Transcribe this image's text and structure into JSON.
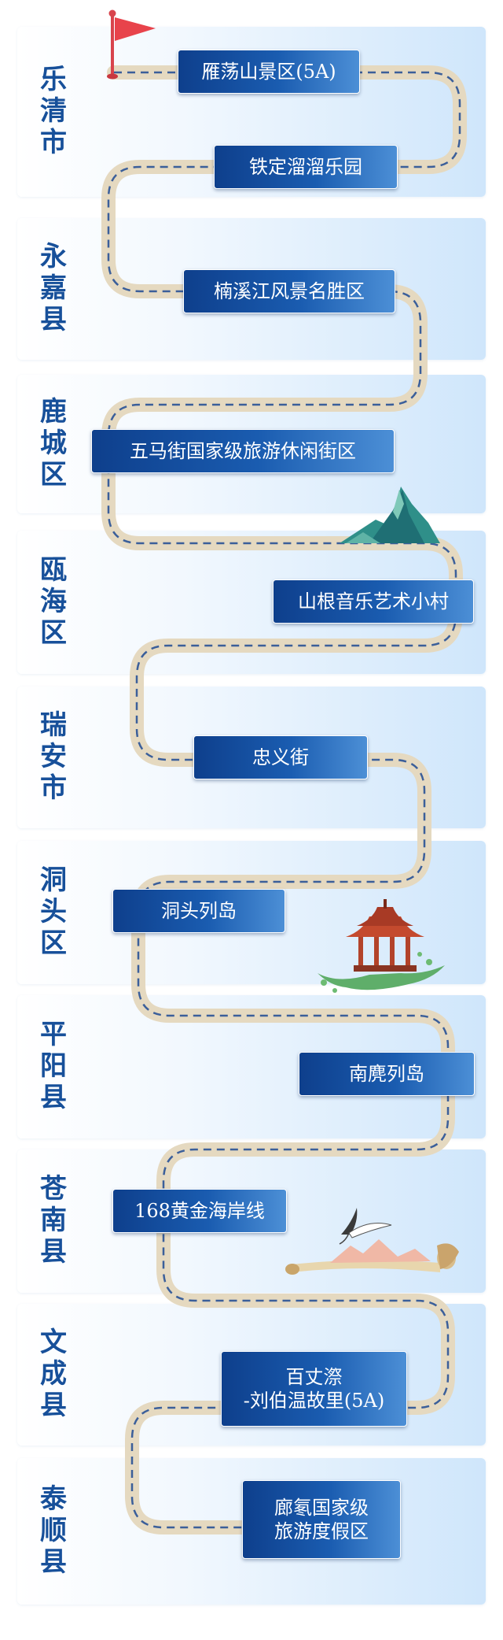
{
  "districts": [
    {
      "name": "乐清市"
    },
    {
      "name": "永嘉县"
    },
    {
      "name": "鹿城区"
    },
    {
      "name": "瓯海区"
    },
    {
      "name": "瑞安市"
    },
    {
      "name": "洞头区"
    },
    {
      "name": "平阳县"
    },
    {
      "name": "苍南县"
    },
    {
      "name": "文成县"
    },
    {
      "name": "泰顺县"
    }
  ],
  "spots": [
    {
      "label": "雁荡山景区(5A)"
    },
    {
      "label": "铁定溜溜乐园"
    },
    {
      "label": "楠溪江风景名胜区"
    },
    {
      "label": "五马街国家级旅游休闲街区"
    },
    {
      "label": "山根音乐艺术小村"
    },
    {
      "label": "忠义街"
    },
    {
      "label": "洞头列岛"
    },
    {
      "label": "南麂列岛"
    },
    {
      "label": "168黄金海岸线"
    },
    {
      "label": "百丈漈\n-刘伯温故里(5A)"
    },
    {
      "label": "廊氡国家级\n旅游度假区"
    }
  ],
  "icons": [
    "flag-icon",
    "mountain-icon",
    "pavilion-icon",
    "crane-scroll-icon"
  ],
  "colors": {
    "label_text": "#17509a",
    "spot_bg": "#1a5cb0",
    "road": "#e5d9c0",
    "road_dash": "#3b5f9a",
    "flag": "#e8434b"
  }
}
